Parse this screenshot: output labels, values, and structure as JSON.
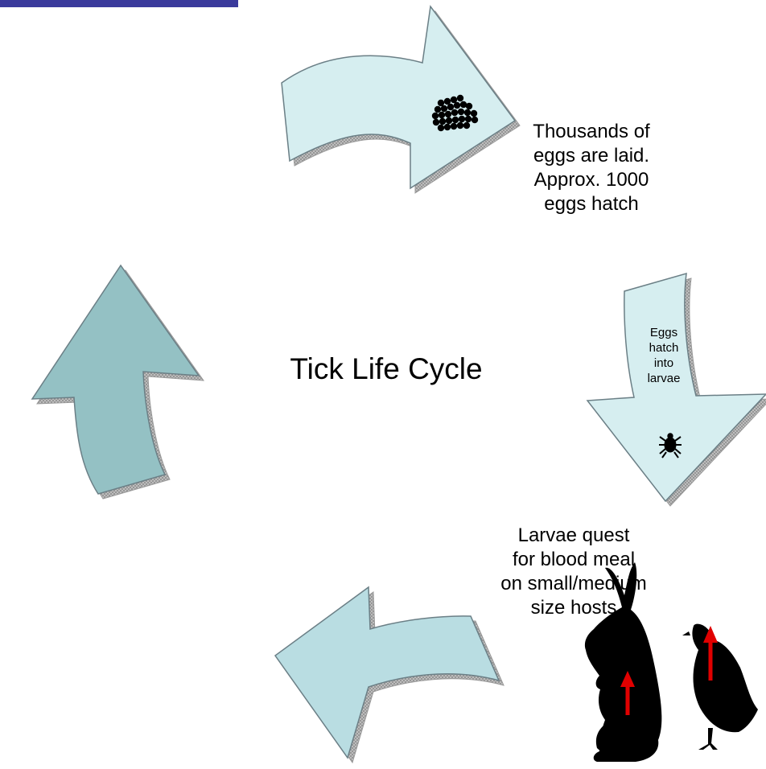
{
  "diagram": {
    "title": "Tick Life Cycle",
    "stages": [
      {
        "id": "eggs",
        "text": "Thousands of\neggs are laid.\nApprox. 1000\n eggs hatch"
      },
      {
        "id": "hatch",
        "text": "Eggs\nhatch\ninto\nlarvae"
      },
      {
        "id": "larvae",
        "text": "Larvae quest\nfor blood meal\non small/medium\nsize hosts"
      }
    ],
    "colors": {
      "arrow_light": "#d6eef0",
      "arrow_mid": "#b9dde2",
      "arrow_dark": "#94c1c4",
      "outline": "#6b7f86",
      "shadow_hatch": "#9a9a9a",
      "accent_red": "#e00000",
      "header_bar": "#3a3a9c"
    },
    "icons": [
      "egg-cluster-icon",
      "tick-icon",
      "rabbit-silhouette",
      "grouse-silhouette"
    ]
  }
}
